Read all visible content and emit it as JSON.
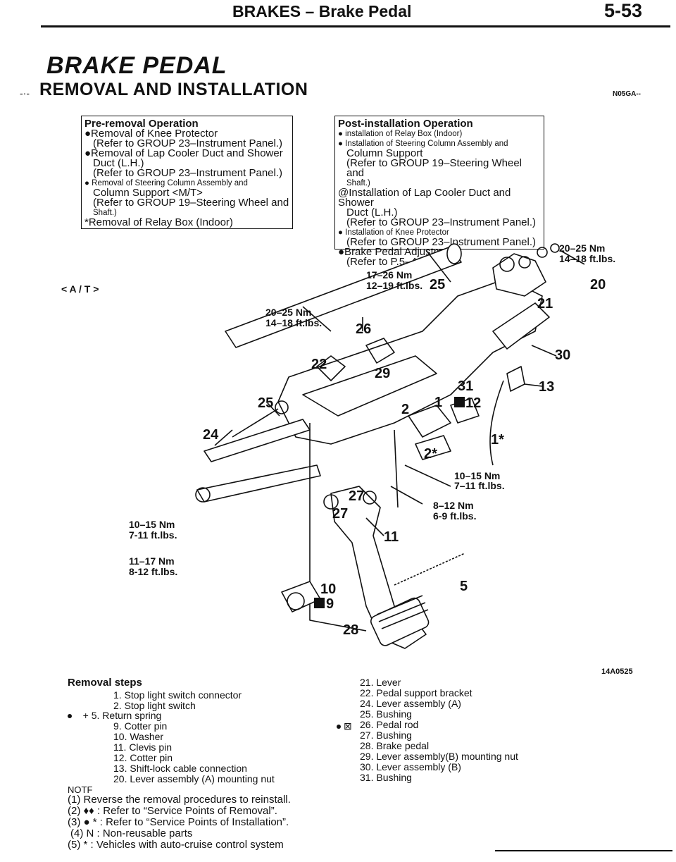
{
  "header": {
    "title": "BRAKES – Brake Pedal",
    "page_number": "5-53"
  },
  "section_title": "BRAKE PEDAL",
  "subsection_title": "REMOVAL AND INSTALLATION",
  "section_code": "N05GA--",
  "pre_removal": {
    "heading": "Pre-removal Operation",
    "lines": [
      "●Removal of Knee Protector",
      "(Refer to GROUP 23–Instrument Panel.)",
      "●Removal of Lap Cooler Duct and Shower",
      "Duct (L.H.)",
      "(Refer to GROUP 23–Instrument Panel.)",
      "● Removal of Steering Column Assembly and",
      "Column Support <M/T>",
      "(Refer to GROUP 19–Steering Wheel and",
      "Shaft.)",
      "*Removal of Relay Box (Indoor)"
    ]
  },
  "post_installation": {
    "heading": "Post-installation Operation",
    "lines": [
      "● installation of Relay Box (Indoor)",
      "● Installation of Steering Column Assembly and",
      "Column Support",
      "(Refer to GROUP 19–Steering Wheel and",
      "Shaft.)",
      "@Installation of Lap Cooler Duct and Shower",
      "Duct (L.H.)",
      "(Refer to GROUP 23–Instrument Panel.)",
      "● Installation of Knee Protector",
      "(Refer to GROUP 23–Instrument Panel.)",
      "●Brake Pedal Adjustment",
      "(Refer to P.5–41.)"
    ]
  },
  "figure": {
    "variant_label": "< A / T >",
    "figure_code": "14A0525",
    "torque_labels": [
      {
        "nm": "20–25 Nm",
        "ftlbs": "14–18 ft.lbs."
      },
      {
        "nm": "17–26 Nm",
        "ftlbs": "12–19 ft.lbs."
      },
      {
        "nm": "20–25 Nm",
        "ftlbs": "14–18 ft.lbs."
      },
      {
        "nm": "10–15 Nm",
        "ftlbs": "7–11 ft.lbs."
      },
      {
        "nm": "8–12 Nm",
        "ftlbs": "6-9 ft.lbs."
      },
      {
        "nm": "10–15 Nm",
        "ftlbs": "7-11 ft.lbs."
      },
      {
        "nm": "11–17 Nm",
        "ftlbs": "8-12 ft.lbs."
      }
    ],
    "callouts": [
      "20",
      "21",
      "25",
      "26",
      "30",
      "22",
      "29",
      "31",
      "13",
      "25",
      "1",
      "12",
      "2",
      "24",
      "1*",
      "2*",
      "27",
      "27",
      "11",
      "10",
      "5",
      "9",
      "28"
    ]
  },
  "removal_steps": {
    "title": "Removal steps",
    "left": [
      "1. Stop light switch connector",
      "2. Stop light switch",
      "+ 5. Return spring",
      "9. Cotter pin",
      "10. Washer",
      "11. Clevis pin",
      "12. Cotter pin",
      "13. Shift-lock cable connection",
      "20. Lever assembly (A) mounting nut"
    ],
    "right": [
      "21. Lever",
      "22. Pedal support bracket",
      "24. Lever assembly (A)",
      "25. Bushing",
      "26. Pedal rod",
      "27. Bushing",
      "28. Brake pedal",
      "29. Lever assembly(B) mounting nut",
      "30. Lever assembly (B)",
      "31. Bushing"
    ]
  },
  "notes": {
    "heading": "NOTF",
    "lines": [
      "(1) Reverse the removal procedures to reinstall.",
      "(2) ♦♦ : Refer to “Service Points of Removal”.",
      "(3) ● * : Refer to “Service Points of Installation”.",
      "(4) N : Non-reusable parts",
      "(5) * : Vehicles with auto-cruise control system"
    ]
  }
}
